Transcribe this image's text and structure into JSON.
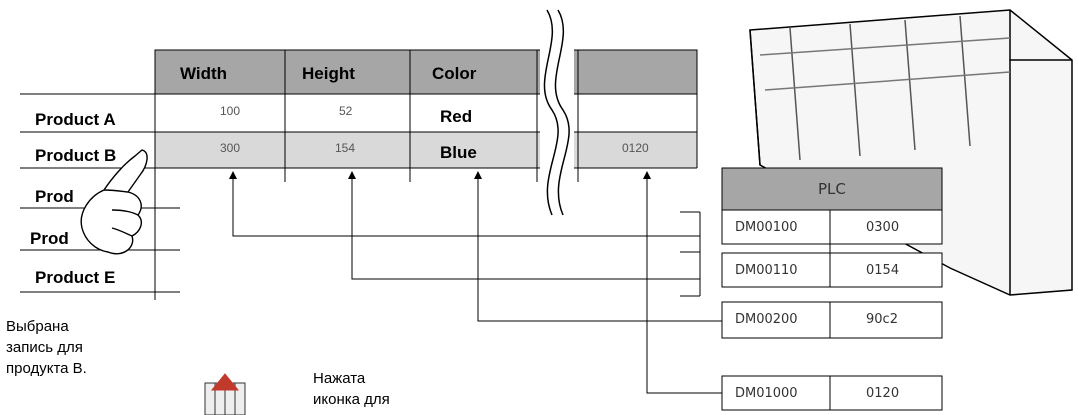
{
  "table": {
    "headers": [
      "Width",
      "Height",
      "Color",
      "",
      ""
    ],
    "rows": [
      {
        "label": "Product A",
        "width": "100",
        "height": "52",
        "color": "Red",
        "extra": ""
      },
      {
        "label": "Product B",
        "width": "300",
        "height": "154",
        "color": "Blue",
        "extra": "0120"
      },
      {
        "label": "Prod",
        "width": "",
        "height": "",
        "color": "",
        "extra": ""
      },
      {
        "label": "Prod",
        "width": "",
        "height": "",
        "color": "",
        "extra": ""
      },
      {
        "label": "Product E",
        "width": "",
        "height": "",
        "color": "",
        "extra": ""
      }
    ]
  },
  "plc": {
    "title": "PLC",
    "rows": [
      {
        "address": "DM00100",
        "value": "0300"
      },
      {
        "address": "DM00110",
        "value": "0154"
      },
      {
        "address": "DM00200",
        "value": "90c2"
      },
      {
        "address": "DM01000",
        "value": "0120"
      }
    ]
  },
  "captions": {
    "selected": [
      "Выбрана",
      "запись для",
      "продукта B."
    ],
    "pressed": [
      "Нажата",
      "иконка для"
    ]
  },
  "colors": {
    "header_bg": "#a6a6a6",
    "selected_row_bg": "#d9d9d9"
  },
  "icons": [
    "pointing-hand-icon",
    "plc-device-icon",
    "transfer-icon"
  ]
}
